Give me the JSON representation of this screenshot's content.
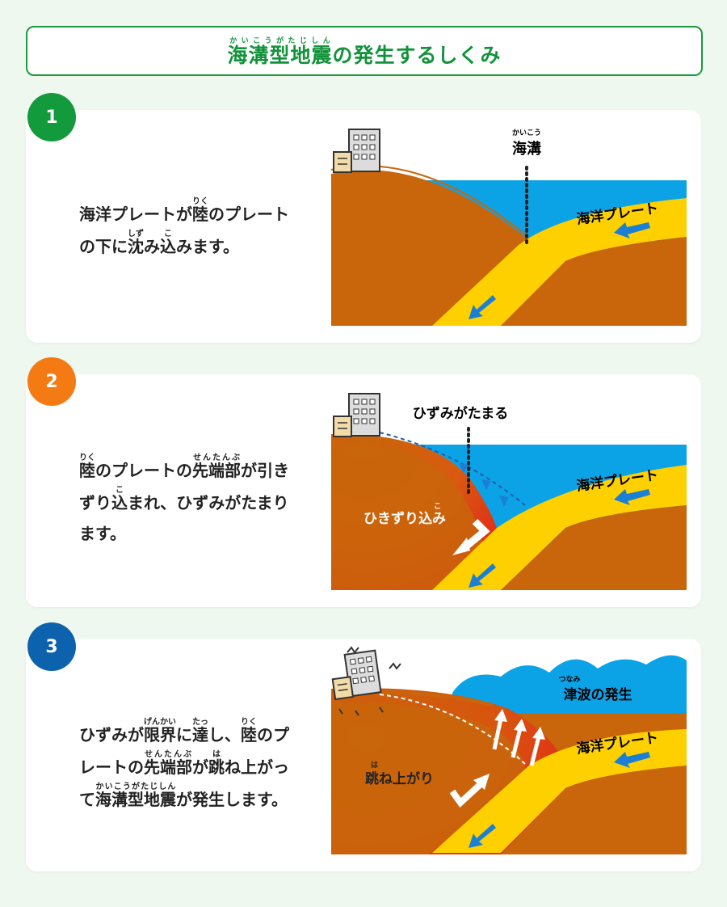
{
  "title": {
    "segments": [
      {
        "text": "海溝型地震",
        "ruby": "かいこうがたじしん"
      },
      {
        "text": "の発生するしくみ"
      }
    ]
  },
  "colors": {
    "green": "#12923a",
    "orange": "#f47a14",
    "blue_badge": "#0d62ad",
    "land": "#c9650b",
    "sea": "#0ca3e6",
    "plate": "#ffd000",
    "arrow": "#1b7fd6",
    "strain": "#e4221a"
  },
  "steps": [
    {
      "number": "1",
      "badge_color": "#129a3c",
      "lines": [
        [
          {
            "text": "海洋プレートが"
          },
          {
            "text": "陸",
            "ruby": "りく"
          },
          {
            "text": "のプレート"
          }
        ],
        [
          {
            "text": "の下に"
          },
          {
            "text": "沈",
            "ruby": "しず"
          },
          {
            "text": "み"
          },
          {
            "text": "込",
            "ruby": "こ"
          },
          {
            "text": "みます。"
          }
        ]
      ],
      "diagram": {
        "trench_label": "海溝",
        "trench_ruby": "かいこう",
        "plate_label": "海洋プレート"
      }
    },
    {
      "number": "2",
      "badge_color": "#f47a14",
      "lines": [
        [
          {
            "text": "陸",
            "ruby": "りく"
          },
          {
            "text": "のプレートの"
          },
          {
            "text": "先端部",
            "ruby": "せんたんぶ"
          },
          {
            "text": "が引き"
          }
        ],
        [
          {
            "text": "ずり"
          },
          {
            "text": "込",
            "ruby": "こ"
          },
          {
            "text": "まれ、ひずみがたまり"
          }
        ],
        [
          {
            "text": "ます。"
          }
        ]
      ],
      "diagram": {
        "strain_label": "ひずみがたまる",
        "plate_label": "海洋プレート",
        "drag_label_pre": "ひきずり",
        "drag_label_kanji": "込",
        "drag_label_ruby": "こ",
        "drag_label_post": "み"
      }
    },
    {
      "number": "3",
      "badge_color": "#0d62ad",
      "lines": [
        [
          {
            "text": "ひずみが"
          },
          {
            "text": "限界",
            "ruby": "げんかい"
          },
          {
            "text": "に"
          },
          {
            "text": "達",
            "ruby": "たっ"
          },
          {
            "text": "し、"
          },
          {
            "text": "陸",
            "ruby": "りく"
          },
          {
            "text": "のプ"
          }
        ],
        [
          {
            "text": "レートの"
          },
          {
            "text": "先端部",
            "ruby": "せんたんぶ"
          },
          {
            "text": "が"
          },
          {
            "text": "跳",
            "ruby": "は"
          },
          {
            "text": "ね上がっ"
          }
        ],
        [
          {
            "text": "て"
          },
          {
            "text": "海溝型地震",
            "ruby": "かいこうがたじしん"
          },
          {
            "text": "が発生します。"
          }
        ]
      ],
      "diagram": {
        "tsunami_label_kanji": "津波",
        "tsunami_ruby": "つなみ",
        "tsunami_label_post": "の発生",
        "plate_label": "海洋プレート",
        "rebound_label_kanji": "跳",
        "rebound_ruby": "は",
        "rebound_label_post": "ね上がり"
      }
    }
  ]
}
